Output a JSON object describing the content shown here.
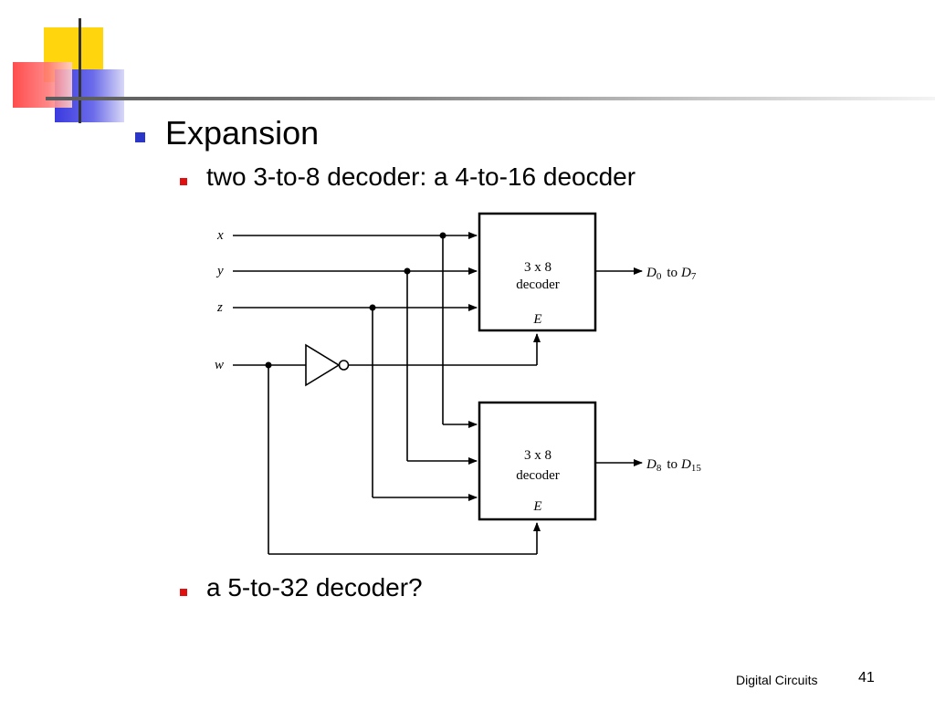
{
  "slide": {
    "heading": "Expansion",
    "bullets": [
      "two 3-to-8 decoder: a 4-to-16 deocder",
      "a 5-to-32 decoder?"
    ]
  },
  "diagram": {
    "inputs": [
      "x",
      "y",
      "z",
      "w"
    ],
    "decoders": [
      {
        "line1": "3 x 8",
        "line2": "decoder",
        "enable": "E",
        "out_from": "D",
        "out_from_sub": "0",
        "out_to_word": "to",
        "out_to": "D",
        "out_to_sub": "7"
      },
      {
        "line1": "3 x 8",
        "line2": "decoder",
        "enable": "E",
        "out_from": "D",
        "out_from_sub": "8",
        "out_to_word": "to",
        "out_to": "D",
        "out_to_sub": "15"
      }
    ]
  },
  "footer": {
    "label": "Digital Circuits",
    "page": "41"
  },
  "colors": {
    "deco_yellow": "#ffd400",
    "deco_red": "#ff3a3a",
    "deco_blue": "#3a3ae0",
    "bullet_l1": "#2a36c8",
    "bullet_l2": "#e01010"
  }
}
